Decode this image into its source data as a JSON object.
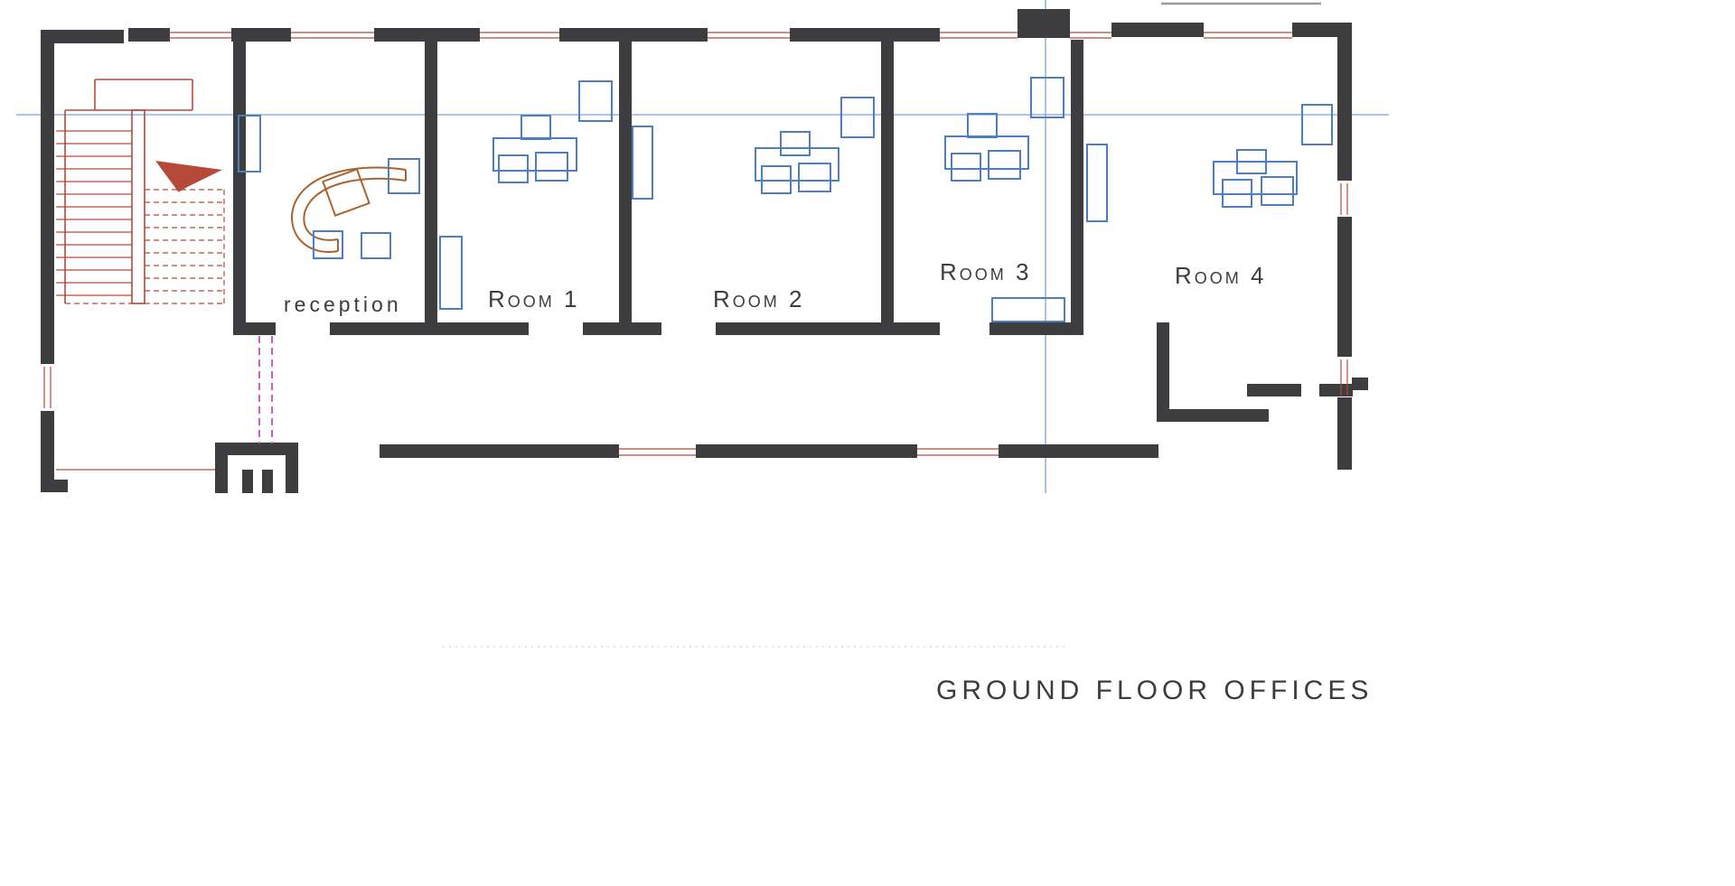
{
  "drawing": {
    "title": "GROUND FLOOR OFFICES",
    "labels": {
      "reception": "reception",
      "room1": "Room 1",
      "room2": "Room 2",
      "room3": "Room 3",
      "room4": "Room 4"
    }
  },
  "colors": {
    "wall": "#3e3e40",
    "window": "#b54a38",
    "stairs": "#b54a38",
    "furniture": "#4d7fbf",
    "desk": "#a8642f",
    "sectionLine": "#7aa3d4",
    "entryDashed": "#cf5fc4",
    "label": "#3c3c3e",
    "paper": "#ffffff"
  }
}
